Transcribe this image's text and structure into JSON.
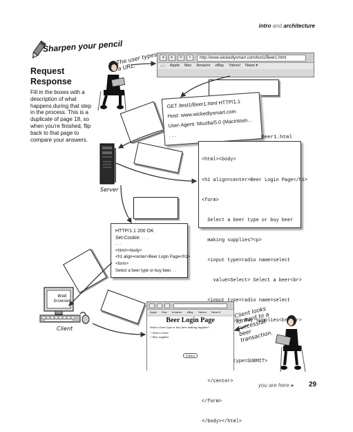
{
  "header": {
    "part1": "intro",
    "part2": "and",
    "part3": "architecture"
  },
  "sharpen": {
    "title": "Sharpen your pencil"
  },
  "section": {
    "title_line1": "Request",
    "title_line2": "Response",
    "instructions": "Fill in the boxes with a description of what happens during that step in the process. This is a duplicate of page 18, so when you're finished, flip back to that page to compare your answers."
  },
  "annotations": {
    "user_types": "The user types a URL.",
    "server": "Server",
    "client": "Client",
    "beer_html": "Beer1.html",
    "client_looks": "Client looks forward to a successful beer transaction."
  },
  "browser_top": {
    "url": "http://www.wickedlysmart.com/test1/Beer1.html",
    "bookmarks": [
      "Apple",
      "Mac",
      "Amazon",
      "eBay",
      "Yahoo!",
      "News ▾"
    ]
  },
  "request": {
    "line1": "GET /test1/Beer1.html HTTP/1.1",
    "line2": "Host: www.wickedlysmart.com",
    "line3": "User-Agent: Mozilla/5.0 (Macintosh...",
    "line4": ". . ."
  },
  "code_lines": [
    "<html><body>",
    "<h1 align=center>Beer Login Page</h1>",
    "<form>",
    "  Select a beer type or buy beer",
    "  making supplies?<p>",
    "  <input type=radio name=select",
    "    value=Select> Select a beer<br>",
    "  <input type=radio name=select",
    "    value=Buy> Buy supplies<br><br>",
    "  <center>",
    "    <input type=SUBMIT>",
    "  </center>",
    "</form>",
    "</body></html>"
  ],
  "response": {
    "line1": "HTTP/1.1 200 OK",
    "line2": "Set-Cookie: . . .",
    "line3": ". . .",
    "line4": "<html><body>",
    "line5": "<h1 align=center>Beer Login Page</h1>",
    "line6": "<form>",
    "line7": "  Select a beer type or buy beer. . ."
  },
  "monitor": {
    "line1": "Web",
    "line2": "browser"
  },
  "result_browser": {
    "title": "Beer Login Page",
    "question": "Select a beer type or buy beer making supplies?",
    "option1": "Select a beer",
    "option2": "Buy supplies",
    "submit": "Submit"
  },
  "footer": {
    "ref": "you are here ▸",
    "page": "29"
  }
}
